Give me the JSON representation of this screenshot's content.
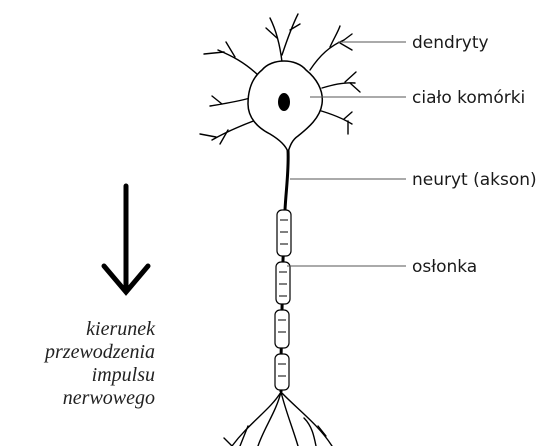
{
  "labels": {
    "dendrites": "dendryty",
    "cell_body": "ciało komórki",
    "axon": "neuryt (akson)",
    "sheath": "osłonka"
  },
  "direction_text": [
    "kierunek",
    "przewodzenia",
    "impulsu",
    "nerwowego"
  ],
  "colors": {
    "ink": "#000000",
    "text": "#222222",
    "background": "#ffffff"
  }
}
